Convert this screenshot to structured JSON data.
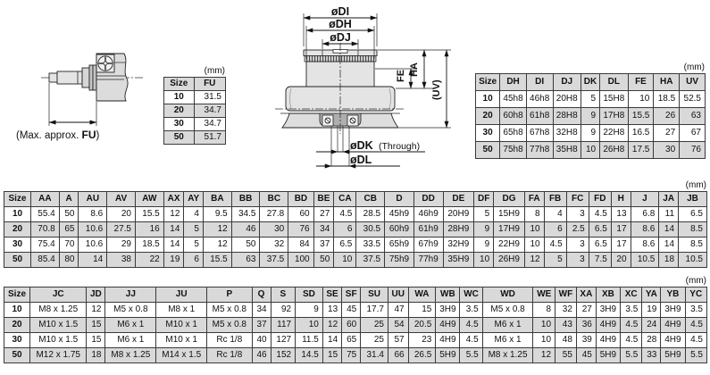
{
  "drawings": {
    "stroke": {
      "caption_prefix": "(Max. approx. ",
      "caption_bold": "FU",
      "caption_suffix": ")"
    },
    "section": {
      "labels": {
        "di": "øDI",
        "dh": "øDH",
        "dj": "øDJ",
        "fe": "FE",
        "ha": "HA",
        "uv": "(UV)",
        "dk": "øDK",
        "dk_note": "(Through)",
        "dl": "øDL"
      }
    }
  },
  "colors": {
    "header_bg": "#d9d9d9",
    "alt_row_bg": "#d9d9d9",
    "border": "#3a3a3a",
    "drawing_fill": "#e4e4e4",
    "drawing_dark": "#aeaeae"
  },
  "tables": {
    "fu": {
      "unit": "(mm)",
      "headers": [
        "Size",
        "FU"
      ],
      "rows": [
        [
          "10",
          "31.5"
        ],
        [
          "20",
          "34.7"
        ],
        [
          "30",
          "34.7"
        ],
        [
          "50",
          "51.7"
        ]
      ]
    },
    "mounting": {
      "unit": "(mm)",
      "headers": [
        "Size",
        "DH",
        "DI",
        "DJ",
        "DK",
        "DL",
        "FE",
        "HA",
        "UV"
      ],
      "rows": [
        [
          "10",
          "45h8",
          "46h8",
          "20H8",
          "5",
          "15H8",
          "10",
          "18.5",
          "52.5"
        ],
        [
          "20",
          "60h8",
          "61h8",
          "28H8",
          "9",
          "17H8",
          "15.5",
          "26",
          "63"
        ],
        [
          "30",
          "65h8",
          "67h8",
          "32H8",
          "9",
          "22H8",
          "16.5",
          "27",
          "67"
        ],
        [
          "50",
          "75h8",
          "77h8",
          "35H8",
          "10",
          "26H8",
          "17.5",
          "30",
          "76"
        ]
      ]
    },
    "main": {
      "unit": "(mm)",
      "headers": [
        "Size",
        "AA",
        "A",
        "AU",
        "AV",
        "AW",
        "AX",
        "AY",
        "BA",
        "BB",
        "BC",
        "BD",
        "BE",
        "CA",
        "CB",
        "D",
        "DD",
        "DE",
        "DF",
        "DG",
        "FA",
        "FB",
        "FC",
        "FD",
        "H",
        "J",
        "JA",
        "JB"
      ],
      "rows": [
        [
          "10",
          "55.4",
          "50",
          "8.6",
          "20",
          "15.5",
          "12",
          "4",
          "9.5",
          "34.5",
          "27.8",
          "60",
          "27",
          "4.5",
          "28.5",
          "45h9",
          "46h9",
          "20H9",
          "5",
          "15H9",
          "8",
          "4",
          "3",
          "4.5",
          "13",
          "6.8",
          "11",
          "6.5"
        ],
        [
          "20",
          "70.8",
          "65",
          "10.6",
          "27.5",
          "16",
          "14",
          "5",
          "12",
          "46",
          "30",
          "76",
          "34",
          "6",
          "30.5",
          "60h9",
          "61h9",
          "28H9",
          "9",
          "17H9",
          "10",
          "6",
          "2.5",
          "6.5",
          "17",
          "8.6",
          "14",
          "8.5"
        ],
        [
          "30",
          "75.4",
          "70",
          "10.6",
          "29",
          "18.5",
          "14",
          "5",
          "12",
          "50",
          "32",
          "84",
          "37",
          "6.5",
          "33.5",
          "65h9",
          "67h9",
          "32H9",
          "9",
          "22H9",
          "10",
          "4.5",
          "3",
          "6.5",
          "17",
          "8.6",
          "14",
          "8.5"
        ],
        [
          "50",
          "85.4",
          "80",
          "14",
          "38",
          "22",
          "19",
          "6",
          "15.5",
          "63",
          "37.5",
          "100",
          "50",
          "10",
          "37.5",
          "75h9",
          "77h9",
          "35H9",
          "10",
          "26H9",
          "12",
          "5",
          "3",
          "7.5",
          "20",
          "10.5",
          "18",
          "10.5"
        ]
      ]
    },
    "main2": {
      "unit": "(mm)",
      "headers": [
        "Size",
        "JC",
        "JD",
        "JJ",
        "JU",
        "P",
        "Q",
        "S",
        "SD",
        "SE",
        "SF",
        "SU",
        "UU",
        "WA",
        "WB",
        "WC",
        "WD",
        "WE",
        "WF",
        "XA",
        "XB",
        "XC",
        "YA",
        "YB",
        "YC"
      ],
      "rows": [
        [
          "10",
          "M8 x 1.25",
          "12",
          "M5 x 0.8",
          "M8 x 1",
          "M5 x 0.8",
          "34",
          "92",
          "9",
          "13",
          "45",
          "17.7",
          "47",
          "15",
          "3H9",
          "3.5",
          "M5 x 0.8",
          "8",
          "32",
          "27",
          "3H9",
          "3.5",
          "19",
          "3H9",
          "3.5"
        ],
        [
          "20",
          "M10 x 1.5",
          "15",
          "M6 x 1",
          "M10 x 1",
          "M5 x 0.8",
          "37",
          "117",
          "10",
          "12",
          "60",
          "25",
          "54",
          "20.5",
          "4H9",
          "4.5",
          "M6 x 1",
          "10",
          "43",
          "36",
          "4H9",
          "4.5",
          "24",
          "4H9",
          "4.5"
        ],
        [
          "30",
          "M10 x 1.5",
          "15",
          "M6 x 1",
          "M10 x 1",
          "Rc 1/8",
          "40",
          "127",
          "11.5",
          "14",
          "65",
          "25",
          "57",
          "23",
          "4H9",
          "4.5",
          "M6 x 1",
          "10",
          "48",
          "39",
          "4H9",
          "4.5",
          "28",
          "4H9",
          "4.5"
        ],
        [
          "50",
          "M12 x 1.75",
          "18",
          "M8 x 1.25",
          "M14 x 1.5",
          "Rc 1/8",
          "46",
          "152",
          "14.5",
          "15",
          "75",
          "31.4",
          "66",
          "26.5",
          "5H9",
          "5.5",
          "M8 x 1.25",
          "12",
          "55",
          "45",
          "5H9",
          "5.5",
          "33",
          "5H9",
          "5.5"
        ]
      ]
    }
  }
}
